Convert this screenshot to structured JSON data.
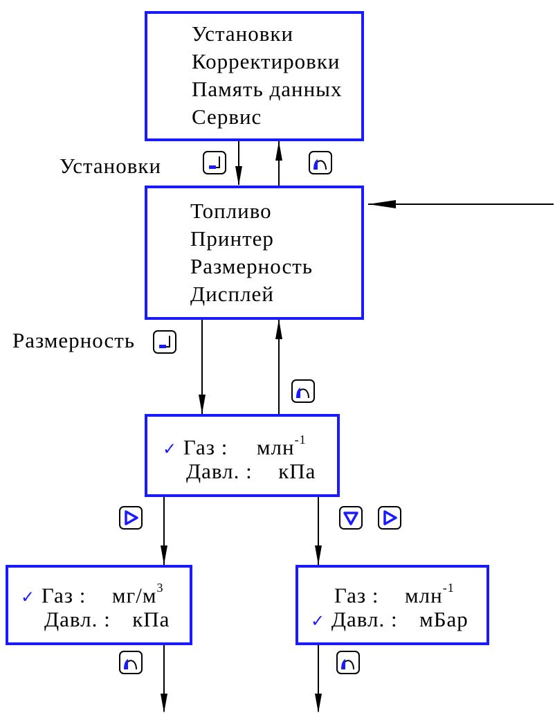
{
  "main_menu": {
    "items": [
      "Установки",
      "Корректировки",
      "Память данных",
      "Сервис"
    ]
  },
  "settings_menu": {
    "entry_label": "Установки",
    "items": [
      "Топливо",
      "Принтер",
      "Размерность",
      "Дисплей"
    ]
  },
  "units_screen": {
    "entry_label": "Размерность",
    "gas_label": "Газ :",
    "gas_unit": "млн",
    "gas_unit_exp": "-1",
    "pressure_label": "Давл. :",
    "pressure_unit": "кПа"
  },
  "gas_unit_screen": {
    "gas_label": "Газ :",
    "gas_unit": "мг/м",
    "gas_unit_exp": "3",
    "pressure_label": "Давл. :",
    "pressure_unit": "кПа"
  },
  "pressure_unit_screen": {
    "gas_label": "Газ :",
    "gas_unit": "млн",
    "gas_unit_exp": "-1",
    "pressure_label": "Давл. :",
    "pressure_unit": "мБар"
  },
  "icons": {
    "enter": "enter-key-icon",
    "back": "back-key-icon",
    "right": "right-arrow-key-icon",
    "down": "down-arrow-key-icon",
    "selection": "checkmark-icon"
  },
  "colors": {
    "accent": "#1a1aff",
    "line": "#000000"
  }
}
